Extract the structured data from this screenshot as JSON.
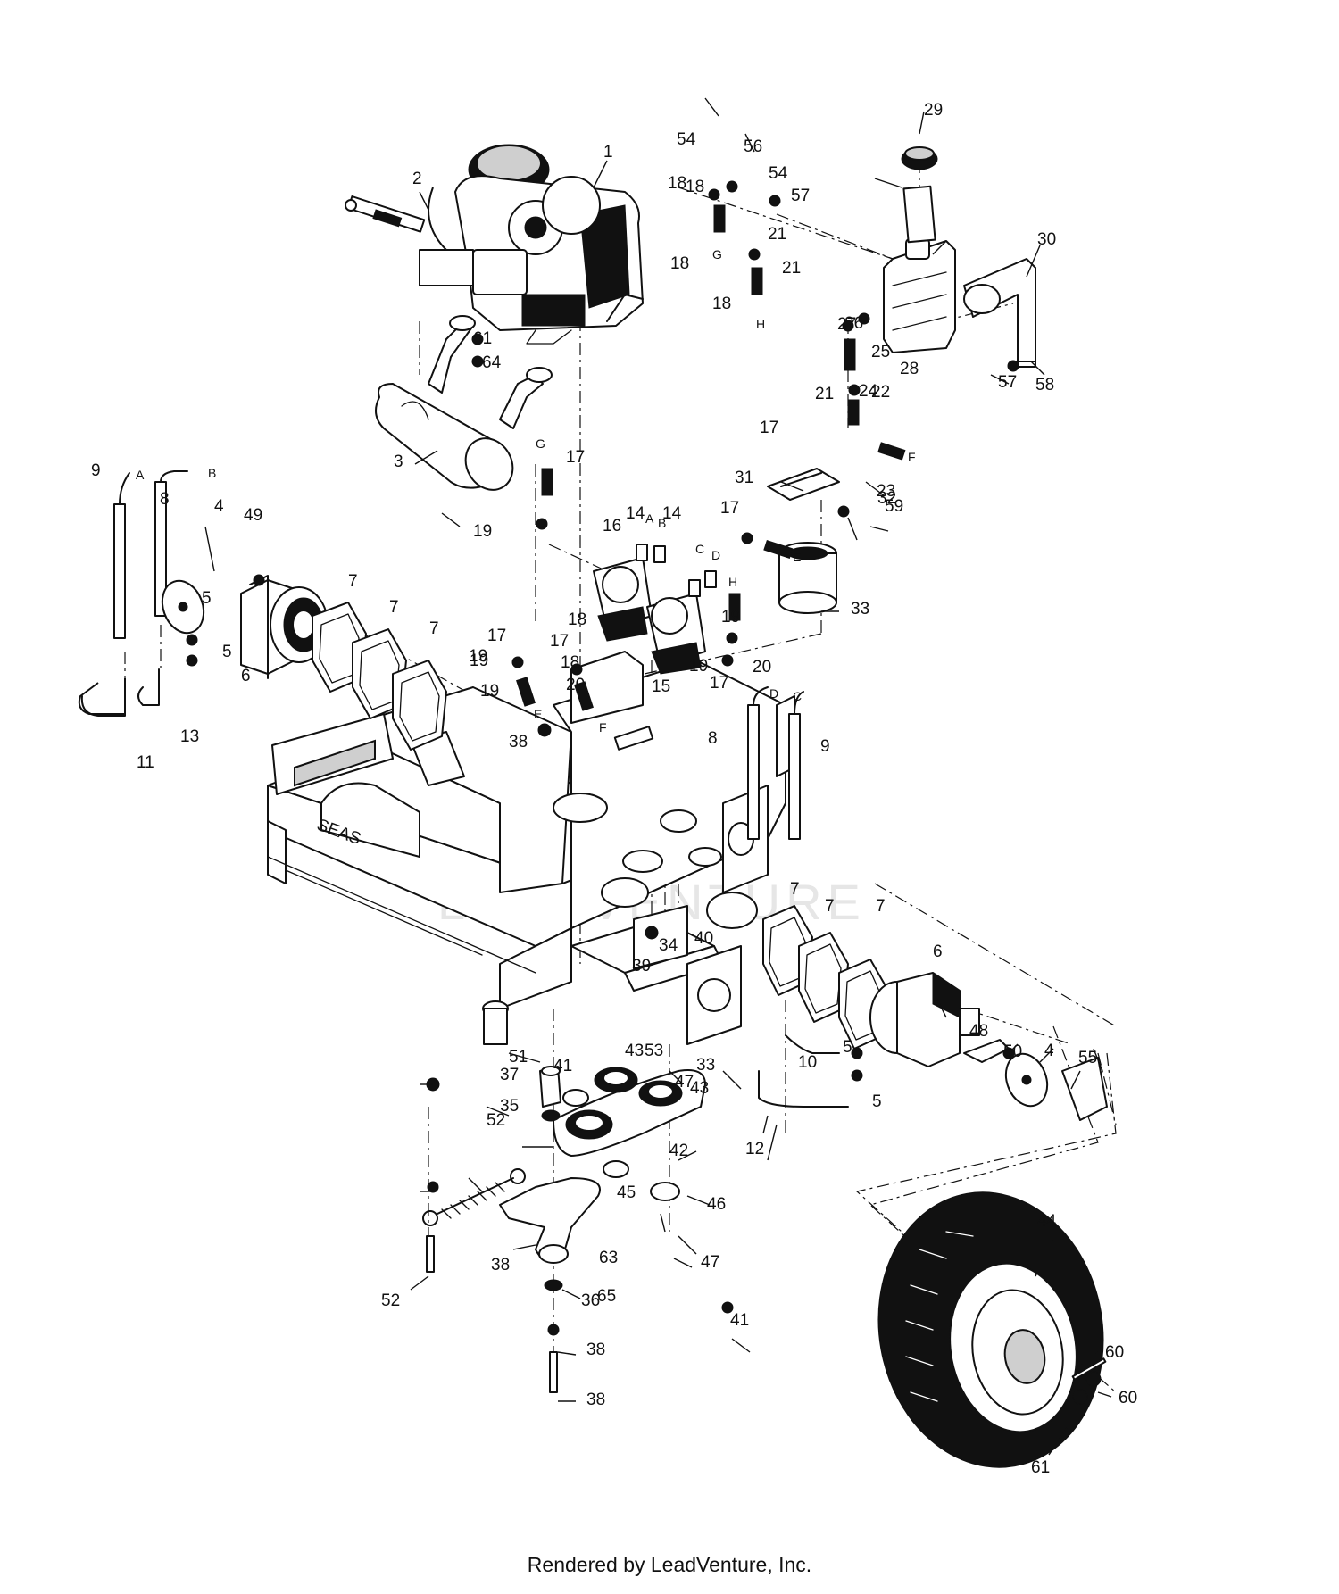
{
  "footer": {
    "caption": "Rendered by LeadVenture, Inc."
  },
  "watermark": {
    "text": "LEADVENTURE"
  },
  "callouts": [
    {
      "id": "1",
      "text": "1"
    },
    {
      "id": "2",
      "text": "2"
    },
    {
      "id": "3",
      "text": "3"
    },
    {
      "id": "4a",
      "text": "4"
    },
    {
      "id": "4b",
      "text": "4"
    },
    {
      "id": "5a",
      "text": "5"
    },
    {
      "id": "5b",
      "text": "5"
    },
    {
      "id": "5c",
      "text": "5"
    },
    {
      "id": "5d",
      "text": "5"
    },
    {
      "id": "6a",
      "text": "6"
    },
    {
      "id": "6b",
      "text": "6"
    },
    {
      "id": "7a",
      "text": "7"
    },
    {
      "id": "7b",
      "text": "7"
    },
    {
      "id": "7c",
      "text": "7"
    },
    {
      "id": "7d",
      "text": "7"
    },
    {
      "id": "7e",
      "text": "7"
    },
    {
      "id": "7f",
      "text": "7"
    },
    {
      "id": "8a",
      "text": "8"
    },
    {
      "id": "8b",
      "text": "8"
    },
    {
      "id": "9a",
      "text": "9"
    },
    {
      "id": "9b",
      "text": "9"
    },
    {
      "id": "10",
      "text": "10"
    },
    {
      "id": "11",
      "text": "11"
    },
    {
      "id": "12",
      "text": "12"
    },
    {
      "id": "13",
      "text": "13"
    },
    {
      "id": "14a",
      "text": "14"
    },
    {
      "id": "14b",
      "text": "14"
    },
    {
      "id": "15",
      "text": "15"
    },
    {
      "id": "16",
      "text": "16"
    },
    {
      "id": "17a",
      "text": "17"
    },
    {
      "id": "17b",
      "text": "17"
    },
    {
      "id": "17c",
      "text": "17"
    },
    {
      "id": "17d",
      "text": "17"
    },
    {
      "id": "17e",
      "text": "17"
    },
    {
      "id": "17f",
      "text": "17"
    },
    {
      "id": "18a",
      "text": "18"
    },
    {
      "id": "18b",
      "text": "18"
    },
    {
      "id": "18c",
      "text": "18"
    },
    {
      "id": "18d",
      "text": "18"
    },
    {
      "id": "18e",
      "text": "18"
    },
    {
      "id": "18f",
      "text": "18"
    },
    {
      "id": "19a",
      "text": "19"
    },
    {
      "id": "19b",
      "text": "19"
    },
    {
      "id": "19c",
      "text": "19"
    },
    {
      "id": "19d",
      "text": "19"
    },
    {
      "id": "19e",
      "text": "19"
    },
    {
      "id": "19f",
      "text": "19"
    },
    {
      "id": "20a",
      "text": "20"
    },
    {
      "id": "20b",
      "text": "20"
    },
    {
      "id": "21a",
      "text": "21"
    },
    {
      "id": "21b",
      "text": "21"
    },
    {
      "id": "21c",
      "text": "21"
    },
    {
      "id": "22",
      "text": "22"
    },
    {
      "id": "23",
      "text": "23"
    },
    {
      "id": "24",
      "text": "24"
    },
    {
      "id": "25",
      "text": "25"
    },
    {
      "id": "26",
      "text": "26"
    },
    {
      "id": "27",
      "text": "27"
    },
    {
      "id": "28",
      "text": "28"
    },
    {
      "id": "29",
      "text": "29"
    },
    {
      "id": "30",
      "text": "30"
    },
    {
      "id": "31",
      "text": "31"
    },
    {
      "id": "32",
      "text": "32"
    },
    {
      "id": "33a",
      "text": "33"
    },
    {
      "id": "33b",
      "text": "33"
    },
    {
      "id": "34",
      "text": "34"
    },
    {
      "id": "35",
      "text": "35"
    },
    {
      "id": "36",
      "text": "36"
    },
    {
      "id": "37",
      "text": "37"
    },
    {
      "id": "38a",
      "text": "38"
    },
    {
      "id": "38b",
      "text": "38"
    },
    {
      "id": "38c",
      "text": "38"
    },
    {
      "id": "38d",
      "text": "38"
    },
    {
      "id": "39",
      "text": "39"
    },
    {
      "id": "40",
      "text": "40"
    },
    {
      "id": "41a",
      "text": "41"
    },
    {
      "id": "41b",
      "text": "41"
    },
    {
      "id": "42",
      "text": "42"
    },
    {
      "id": "43a",
      "text": "43"
    },
    {
      "id": "43b",
      "text": "43"
    },
    {
      "id": "44",
      "text": "44"
    },
    {
      "id": "45",
      "text": "45"
    },
    {
      "id": "46",
      "text": "46"
    },
    {
      "id": "47a",
      "text": "47"
    },
    {
      "id": "47b",
      "text": "47"
    },
    {
      "id": "48",
      "text": "48"
    },
    {
      "id": "49",
      "text": "49"
    },
    {
      "id": "50",
      "text": "50"
    },
    {
      "id": "51",
      "text": "51"
    },
    {
      "id": "52a",
      "text": "52"
    },
    {
      "id": "52b",
      "text": "52"
    },
    {
      "id": "53",
      "text": "53"
    },
    {
      "id": "54a",
      "text": "54"
    },
    {
      "id": "54b",
      "text": "54"
    },
    {
      "id": "55",
      "text": "55"
    },
    {
      "id": "56",
      "text": "56"
    },
    {
      "id": "57a",
      "text": "57"
    },
    {
      "id": "57b",
      "text": "57"
    },
    {
      "id": "58",
      "text": "58"
    },
    {
      "id": "59",
      "text": "59"
    },
    {
      "id": "60a",
      "text": "60"
    },
    {
      "id": "60b",
      "text": "60"
    },
    {
      "id": "61a",
      "text": "61"
    },
    {
      "id": "61b",
      "text": "61"
    },
    {
      "id": "63",
      "text": "63"
    },
    {
      "id": "64",
      "text": "64"
    },
    {
      "id": "65",
      "text": "65"
    }
  ],
  "connection_letters": [
    {
      "id": "A1",
      "text": "A"
    },
    {
      "id": "B1",
      "text": "B"
    },
    {
      "id": "A2",
      "text": "A"
    },
    {
      "id": "B2",
      "text": "B"
    },
    {
      "id": "C1",
      "text": "C"
    },
    {
      "id": "D1",
      "text": "D"
    },
    {
      "id": "C2",
      "text": "C"
    },
    {
      "id": "D2",
      "text": "D"
    },
    {
      "id": "E1",
      "text": "E"
    },
    {
      "id": "E2",
      "text": "E"
    },
    {
      "id": "F1",
      "text": "F"
    },
    {
      "id": "F2",
      "text": "F"
    },
    {
      "id": "G1",
      "text": "G"
    },
    {
      "id": "G2",
      "text": "G"
    },
    {
      "id": "H1",
      "text": "H"
    },
    {
      "id": "H2",
      "text": "H"
    }
  ]
}
